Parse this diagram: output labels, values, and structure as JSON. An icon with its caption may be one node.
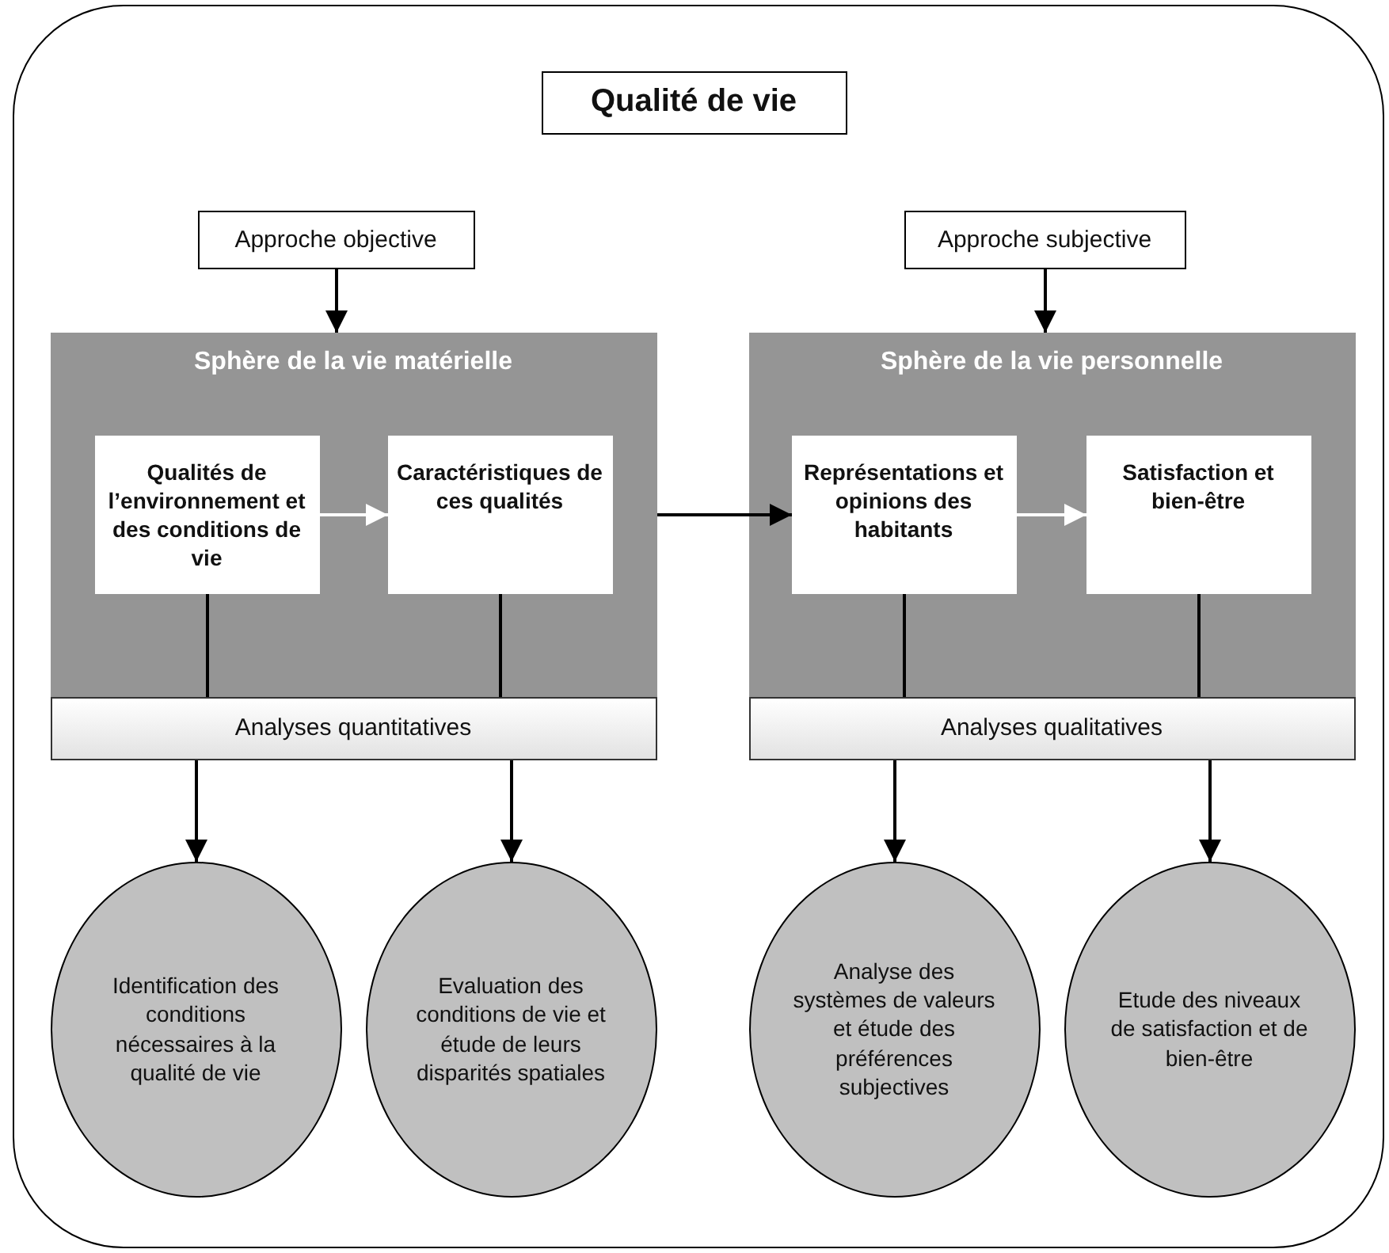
{
  "diagram": {
    "nodes": [
      {
        "text": [],
        "shape": "box"
      },
      {
        "text": [
          "Qualité de vie"
        ],
        "in": 0
      },
      {
        "text": [
          "Approche objective"
        ],
        "in": 0
      },
      {
        "text": [
          "Approche subjective"
        ],
        "in": 0
      },
      {
        "text": [
          "Sphère de la vie matérielle"
        ],
        "in": 0
      },
      {
        "text": [
          "Qualités de l’environnement et des conditions de vie"
        ],
        "in": 4
      },
      {
        "text": [
          "Caractéristiques de ces qualités"
        ],
        "in": 4
      },
      {
        "text": [
          "Sphère de la vie personnelle"
        ],
        "in": 0
      },
      {
        "text": [
          "Représentations et opinions des habitants"
        ],
        "in": 7
      },
      {
        "text": [
          "Satisfaction et bien-être"
        ],
        "in": 7
      },
      {
        "text": [
          "Analyses quantitatives"
        ],
        "in": 0
      },
      {
        "text": [
          "Analyses qualitatives"
        ],
        "in": 0
      },
      {
        "text": [
          "Identification des conditions nécessaires à la qualité de vie"
        ],
        "in": 0
      },
      {
        "text": [
          "Evaluation des conditions de vie et étude de leurs disparités spatiales"
        ],
        "in": 0
      },
      {
        "text": [
          "Analyse des systèmes de valeurs et étude des préférences subjectives"
        ],
        "in": 0
      },
      {
        "text": [
          "Etude des niveaux de satisfaction et de bien-être"
        ],
        "in": 0
      }
    ],
    "edges": [
      {
        "from": 2,
        "to": 4,
        "arrow": "to"
      },
      {
        "from": 3,
        "to": 7,
        "arrow": "to"
      },
      {
        "from": 5,
        "to": 6,
        "arrow": "to",
        "color": "#ffffff"
      },
      {
        "from": 4,
        "to": 8,
        "arrow": "to"
      },
      {
        "from": 8,
        "to": 9,
        "arrow": "to",
        "color": "#ffffff"
      },
      {
        "from": 5,
        "to": 10,
        "arrow": "none"
      },
      {
        "from": 6,
        "to": 10,
        "arrow": "none"
      },
      {
        "from": 8,
        "to": 11,
        "arrow": "none"
      },
      {
        "from": 9,
        "to": 11,
        "arrow": "none"
      },
      {
        "from": 10,
        "to": 12,
        "arrow": "to"
      },
      {
        "from": 10,
        "to": 13,
        "arrow": "to"
      },
      {
        "from": 11,
        "to": 14,
        "arrow": "to"
      },
      {
        "from": 11,
        "to": 15,
        "arrow": "to"
      }
    ]
  }
}
